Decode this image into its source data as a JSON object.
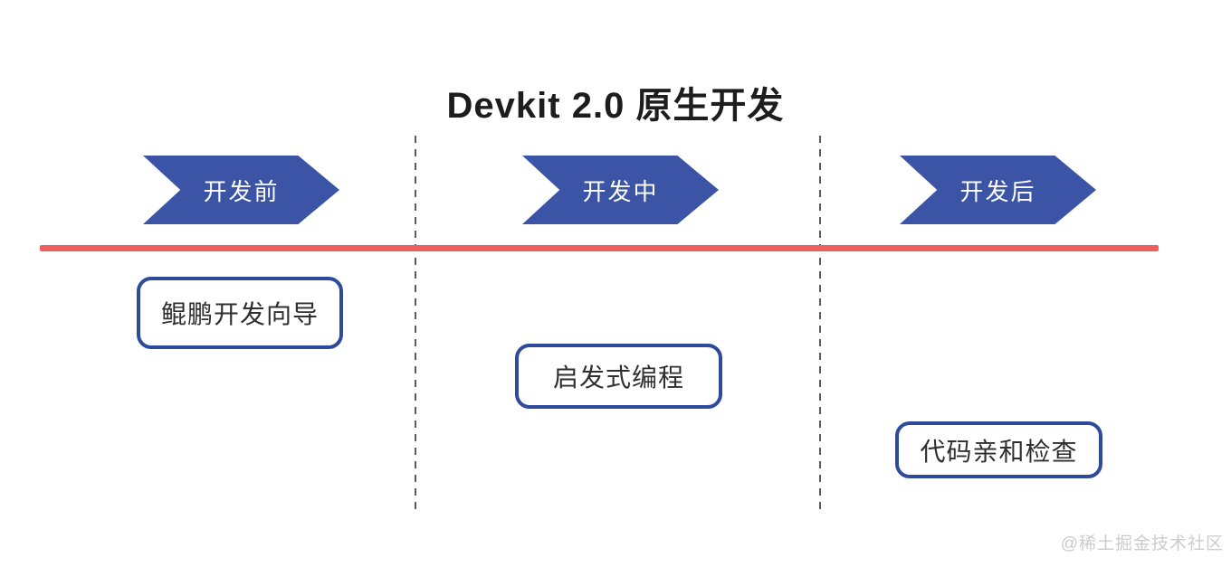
{
  "title": "Devkit 2.0 原生开发",
  "phases": [
    {
      "stage_label": "开发前",
      "feature": "鲲鹏开发向导"
    },
    {
      "stage_label": "开发中",
      "feature": "启发式编程"
    },
    {
      "stage_label": "开发后",
      "feature": "代码亲和检查"
    }
  ],
  "watermark": "@稀土掘金技术社区",
  "colors": {
    "arrow_fill": "#3b54a5",
    "box_border": "#2e4a9d",
    "timeline_red": "#ed5e5c",
    "divider_gray": "#5a5a5a",
    "watermark_gray": "#cccccc"
  }
}
